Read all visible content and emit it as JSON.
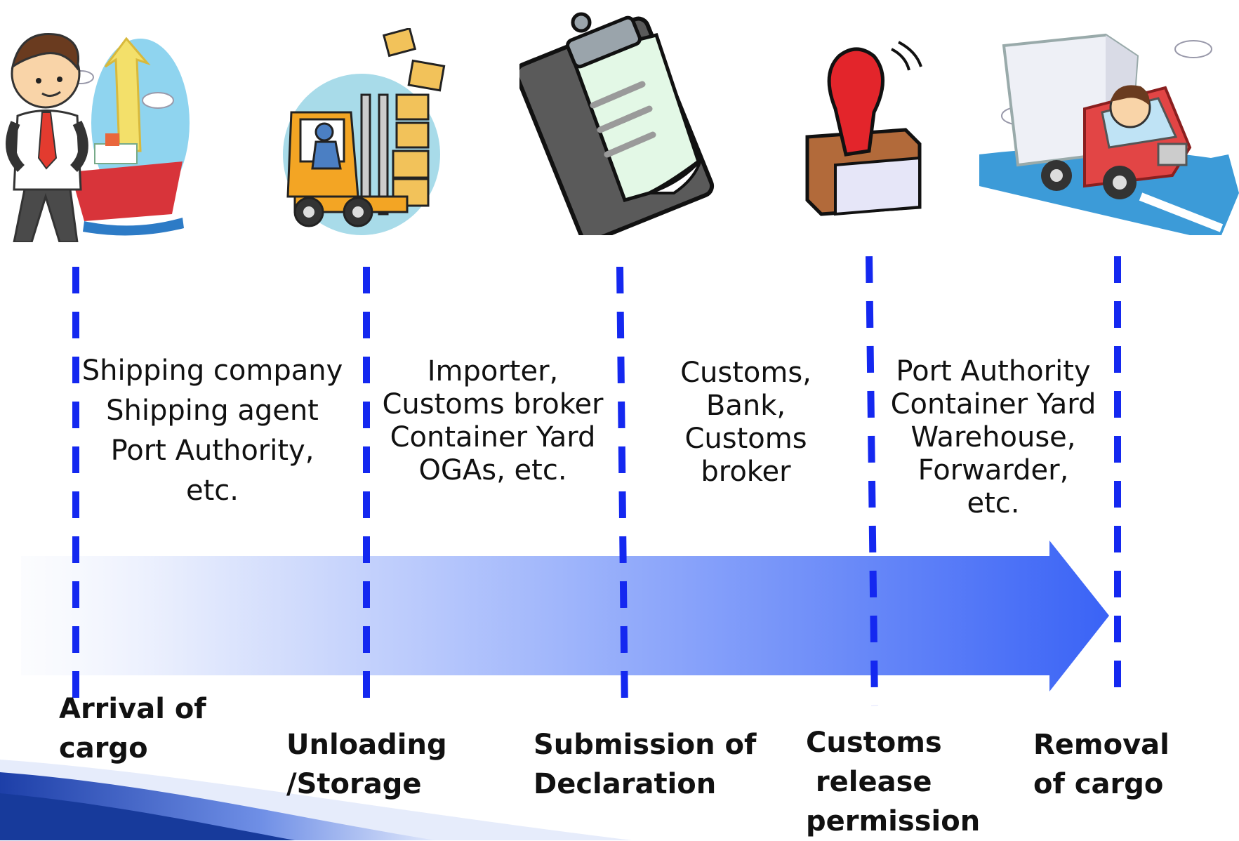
{
  "colors": {
    "dash": "#1428f0",
    "arrow_start": "#f4f7fe",
    "arrow_end": "#3a63f6",
    "corner_band": "#1d3fa8"
  },
  "stages": [
    {
      "label_lines": [
        "Arrival of",
        "cargo"
      ],
      "icon": "cargo-ship-man-icon",
      "actors": [
        "Shipping company",
        "Shipping agent",
        "Port Authority,",
        "etc."
      ]
    },
    {
      "label_lines": [
        "Unloading",
        "/Storage"
      ],
      "icon": "forklift-icon",
      "actors": [
        "Importer,",
        "Customs broker",
        "Container Yard",
        "OGAs, etc."
      ]
    },
    {
      "label_lines": [
        "Submission of",
        "Declaration"
      ],
      "icon": "clipboard-icon",
      "actors": [
        "Customs,",
        "Bank,",
        "Customs",
        "broker"
      ]
    },
    {
      "label_lines": [
        "Customs",
        " release",
        "permission"
      ],
      "icon": "rubber-stamp-icon",
      "actors": [
        "Port Authority",
        "Container Yard",
        "Warehouse,",
        "Forwarder,",
        "etc."
      ]
    },
    {
      "label_lines": [
        "Removal",
        "of cargo"
      ],
      "icon": "delivery-truck-icon",
      "actors": []
    }
  ]
}
